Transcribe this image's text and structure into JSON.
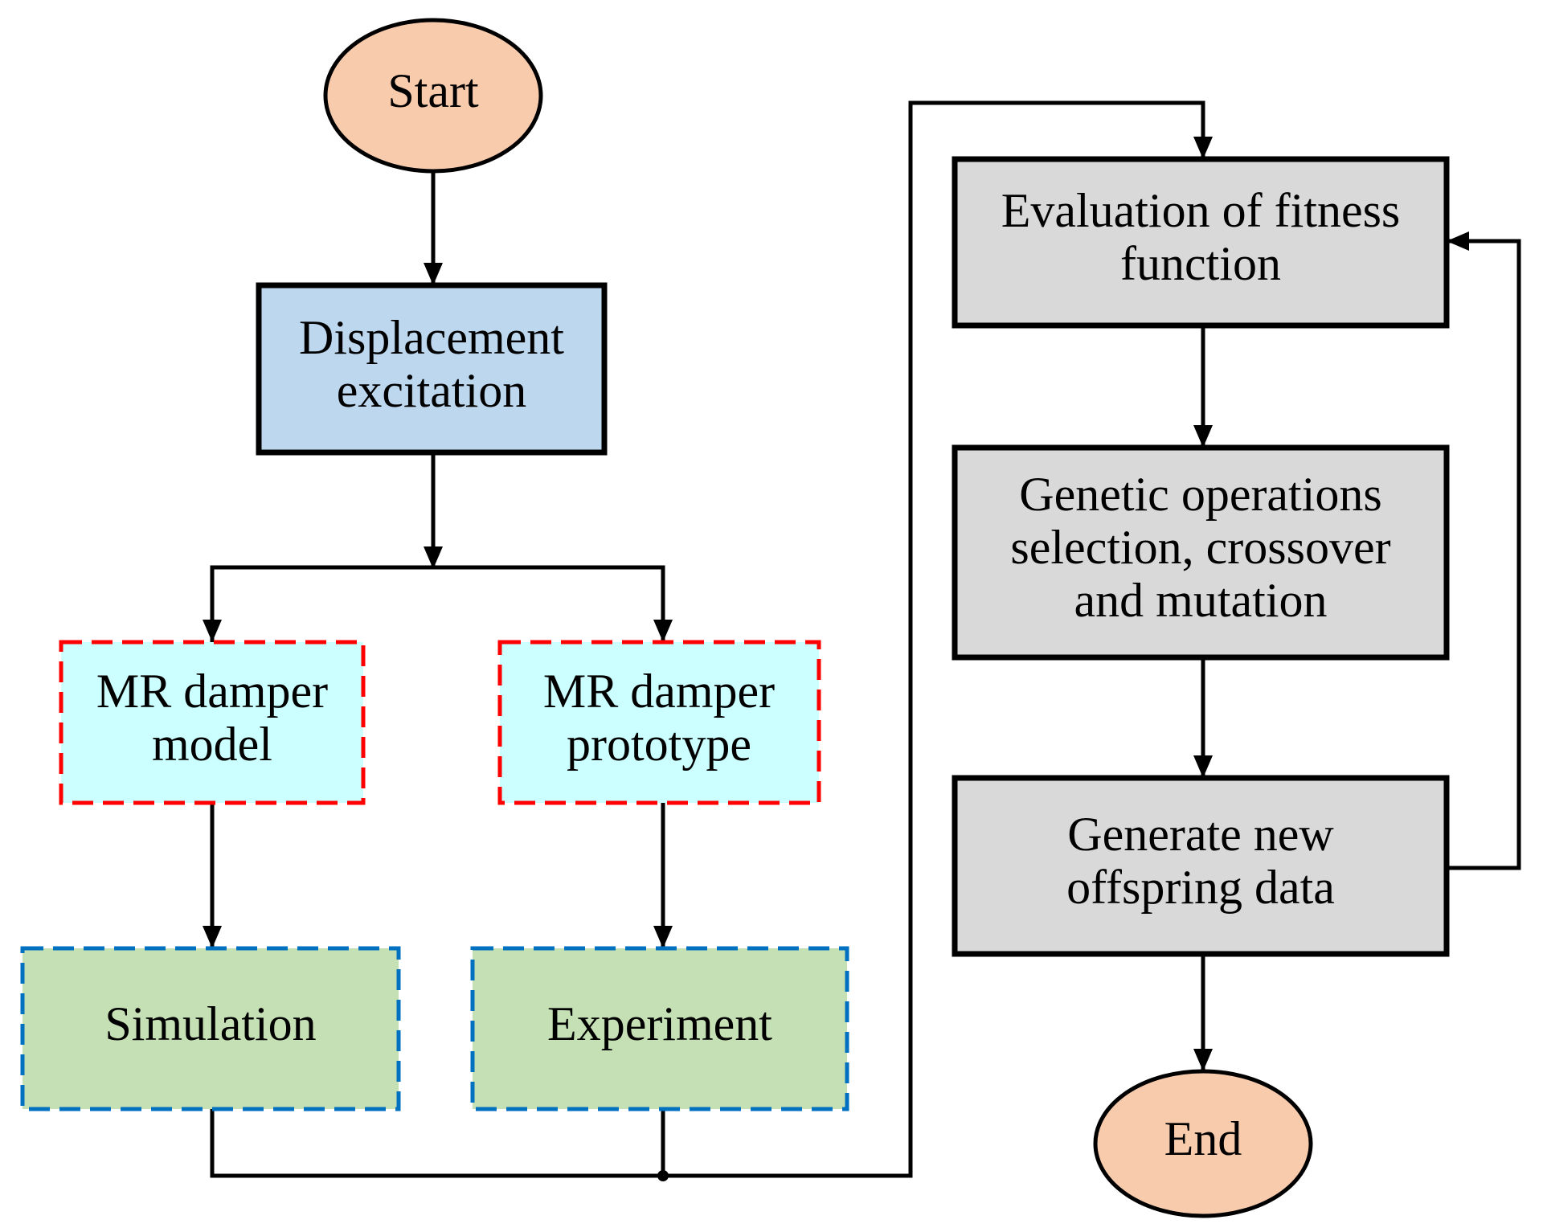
{
  "nodes": {
    "start": {
      "label": [
        "Start"
      ],
      "fill": "#f8cbad"
    },
    "displacement": {
      "label": [
        "Displacement",
        "excitation"
      ],
      "fill": "#bdd7ee"
    },
    "model": {
      "label": [
        "MR damper",
        "model"
      ],
      "fill": "#ccffff",
      "border": "#ff0000"
    },
    "prototype": {
      "label": [
        "MR damper",
        "prototype"
      ],
      "fill": "#ccffff",
      "border": "#ff0000"
    },
    "simulation": {
      "label": [
        "Simulation"
      ],
      "fill": "#c5e0b4",
      "border": "#0070c0"
    },
    "experiment": {
      "label": [
        "Experiment"
      ],
      "fill": "#c5e0b4",
      "border": "#0070c0"
    },
    "fitness": {
      "label": [
        "Evaluation of fitness",
        "function"
      ],
      "fill": "#d9d9d9"
    },
    "genetic": {
      "label": [
        "Genetic operations",
        "selection, crossover",
        "and mutation"
      ],
      "fill": "#d9d9d9"
    },
    "offspring": {
      "label": [
        "Generate new",
        "offspring data"
      ],
      "fill": "#d9d9d9"
    },
    "end": {
      "label": [
        "End"
      ],
      "fill": "#f8cbad"
    }
  },
  "edges": [
    {
      "from": "start",
      "to": "displacement"
    },
    {
      "from": "displacement",
      "to": "model"
    },
    {
      "from": "displacement",
      "to": "prototype"
    },
    {
      "from": "model",
      "to": "simulation"
    },
    {
      "from": "prototype",
      "to": "experiment"
    },
    {
      "from": "simulation",
      "to": "fitness"
    },
    {
      "from": "experiment",
      "to": "fitness"
    },
    {
      "from": "fitness",
      "to": "genetic"
    },
    {
      "from": "genetic",
      "to": "offspring"
    },
    {
      "from": "offspring",
      "to": "fitness"
    },
    {
      "from": "offspring",
      "to": "end"
    }
  ]
}
